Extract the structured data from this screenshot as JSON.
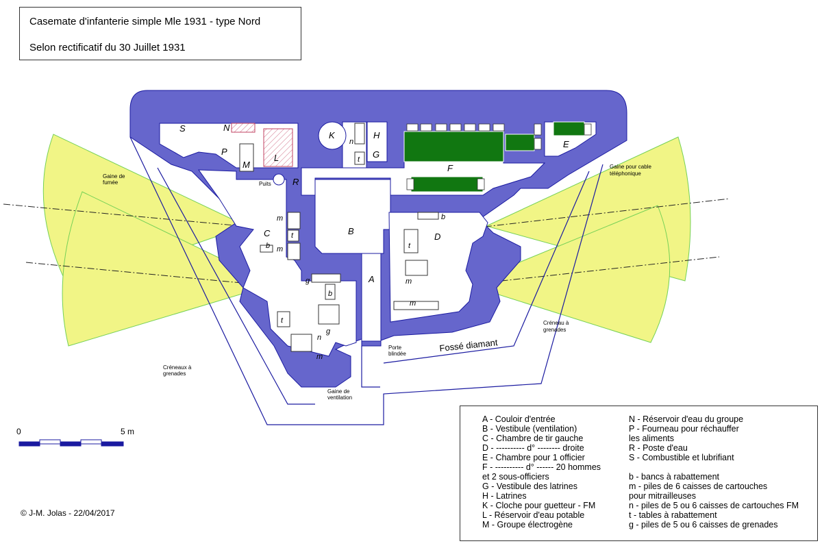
{
  "title": {
    "line1": "Casemate d'infanterie simple Mle 1931 - type Nord",
    "line2": "Selon rectificatif du 30 Juillet 1931"
  },
  "rooms": {
    "S": "S",
    "N": "N",
    "P": "P",
    "M": "M",
    "L": "L",
    "K": "K",
    "H": "H",
    "G": "G",
    "E": "E",
    "F": "F",
    "R": "R",
    "B": "B",
    "C": "C",
    "D": "D",
    "A": "A"
  },
  "small_labels": {
    "b": "b",
    "m": "m",
    "t": "t",
    "n": "n",
    "g": "g"
  },
  "callouts": {
    "gaine_fumee_1": "Gaine de",
    "gaine_fumee_2": "fumée",
    "gaine_cable_1": "Gaine pour cable",
    "gaine_cable_2": "téléphonique",
    "puits": "Puits",
    "creneau_right_1": "Créneau à",
    "creneau_right_2": "grenades",
    "creneaux_left_1": "Créneaux à",
    "creneaux_left_2": "grenades",
    "porte_1": "Porte",
    "porte_2": "blindée",
    "gaine_vent_1": "Gaine de",
    "gaine_vent_2": "ventilation",
    "fosse": "Fossé diamant"
  },
  "scale": {
    "start": "0",
    "end": "5 m"
  },
  "legend": {
    "left": [
      "A - Couloir d'entrée",
      "B - Vestibule (ventilation)",
      "C - Chambre de tir gauche",
      "D - ---------- d° -------- droite",
      "E - Chambre pour 1 officier",
      "F - ---------- d° ------ 20 hommes",
      "et 2 sous-officiers",
      "G - Vestibule des latrines",
      "H - Latrines",
      "K - Cloche pour guetteur - FM",
      "L - Réservoir d'eau potable",
      "M - Groupe électrogène"
    ],
    "right": [
      "N - Réservoir d'eau du groupe",
      "P - Fourneau pour réchauffer",
      "les aliments",
      "R - Poste d'eau",
      "S - Combustible et lubrifiant",
      "",
      "b - bancs à rabattement",
      "m - piles de 6 caisses de cartouches",
      "pour mitrailleuses",
      "n - piles de 5 ou 6 caisses de cartouches FM",
      "t - tables à rabattement",
      "g - piles de 5 ou 6 caisses de grenades"
    ]
  },
  "copyright": "© J-M. Jolas - 22/04/2017",
  "colors": {
    "wall": "#6666cc",
    "sector": "#f0f57a",
    "sector_edge": "#66cc44",
    "bunk": "#117711",
    "line": "#1a1aa0"
  }
}
